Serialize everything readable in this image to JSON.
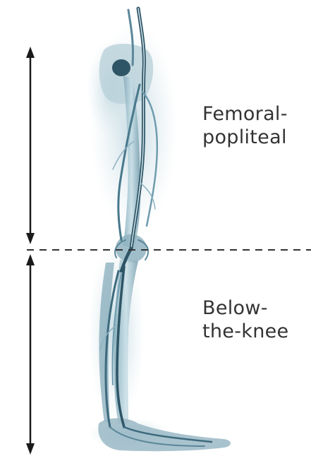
{
  "regions": {
    "upper": {
      "line1": "Femoral-",
      "line2": "popliteal"
    },
    "lower": {
      "line1": "Below-",
      "line2": "the-knee"
    }
  },
  "colors": {
    "background": "#ffffff",
    "arrow": "#1a1a1a",
    "divider": "#333333",
    "label": "#333333",
    "vessel_light": "#a9c8d4",
    "vessel_mid": "#6f9cae",
    "vessel_dark": "#2e5566"
  },
  "icons": {
    "illustration": "leg-vascular-anatomy"
  }
}
